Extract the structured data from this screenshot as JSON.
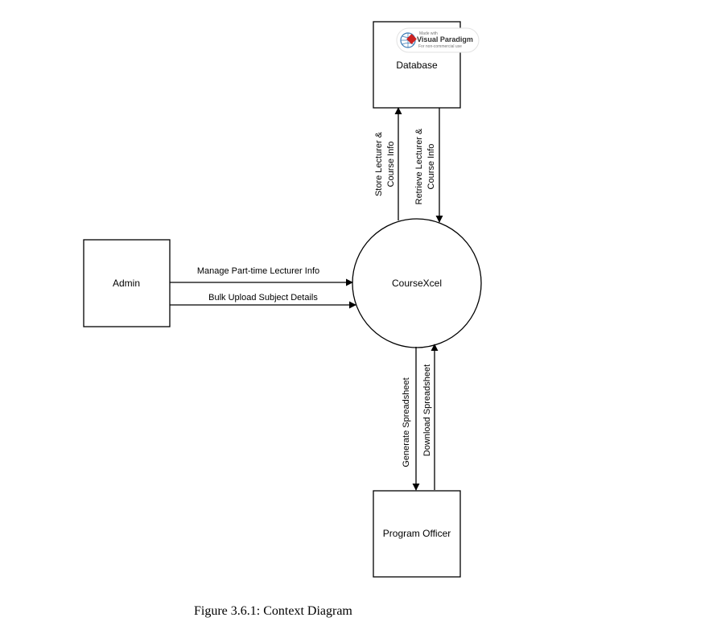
{
  "nodes": {
    "database": "Database",
    "admin": "Admin",
    "process": "CourseXcel",
    "program_officer": "Program Officer"
  },
  "flows": {
    "store_1": "Store Lecturer &",
    "store_2": "Course Info",
    "retrieve_1": "Retrieve Lecturer &",
    "retrieve_2": "Course Info",
    "manage": "Manage Part-time Lecturer Info",
    "bulk": "Bulk Upload Subject Details",
    "generate": "Generate Spreadsheet",
    "download": "Download Spreadsheet"
  },
  "watermark": {
    "made_with": "Made with",
    "brand": "Visual Paradigm",
    "note": "For non-commercial use"
  },
  "caption": "Figure 3.6.1: Context Diagram"
}
